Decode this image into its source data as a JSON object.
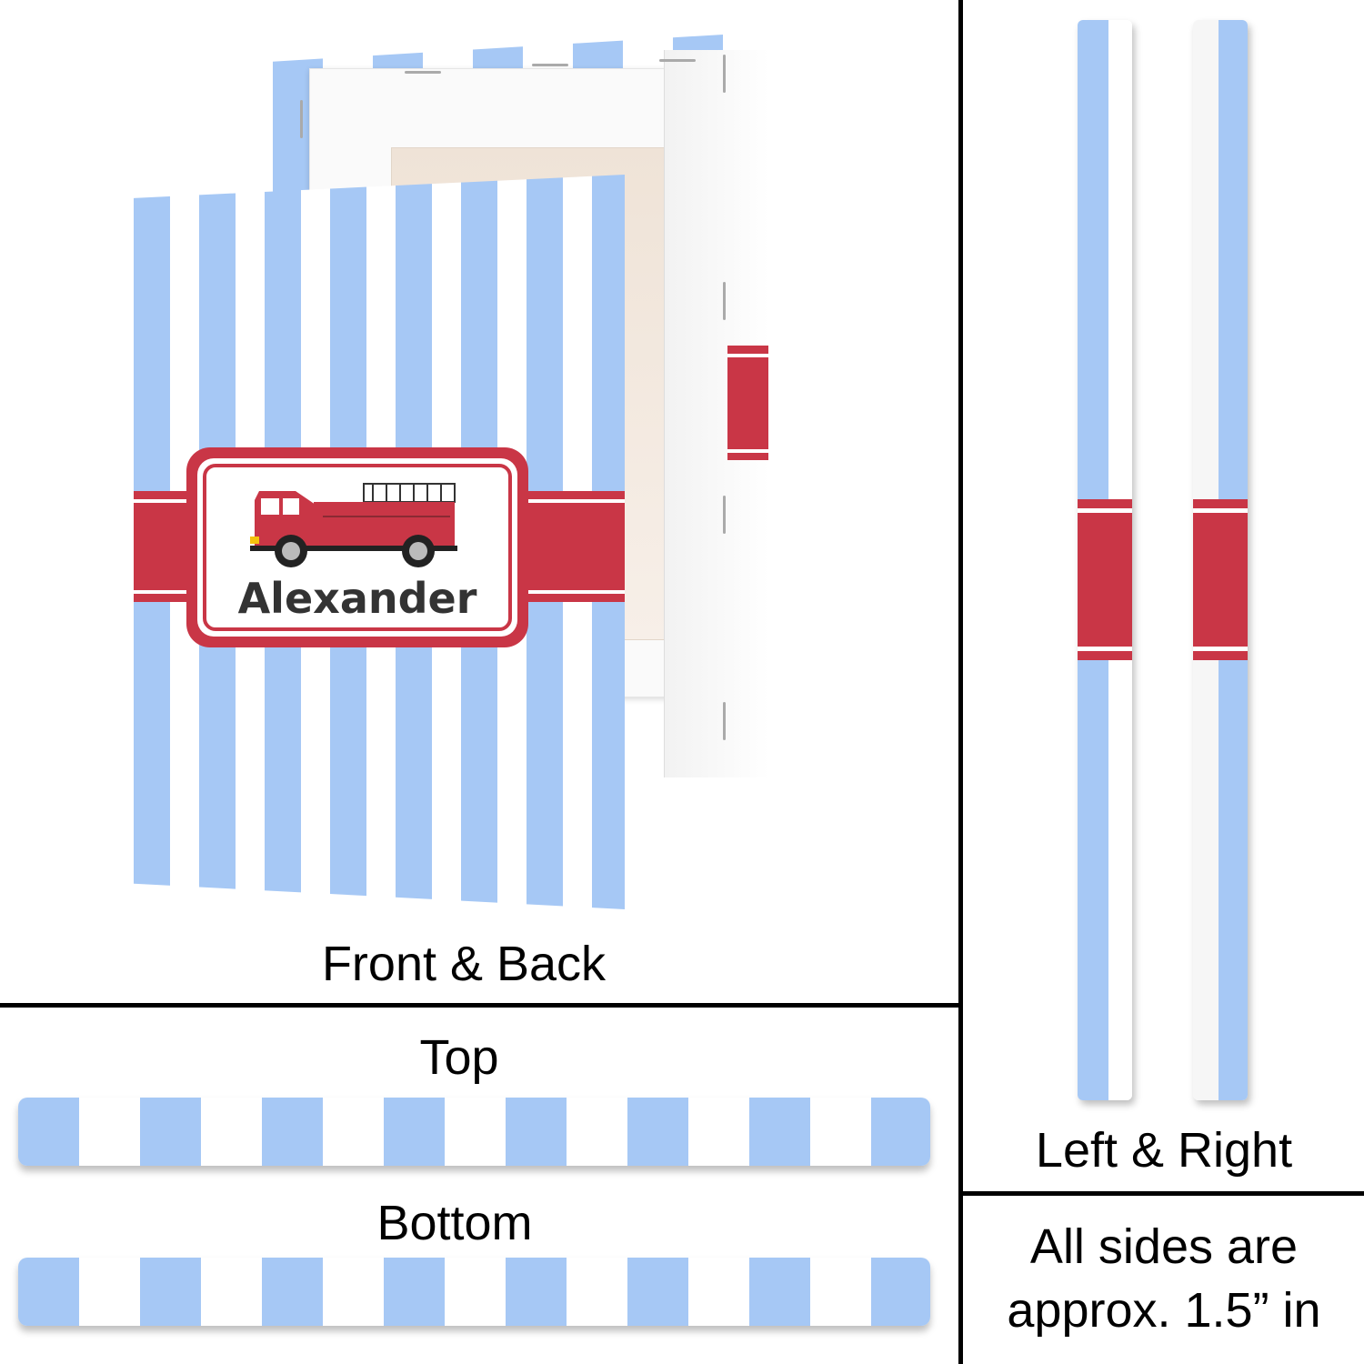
{
  "colors": {
    "stripe_blue": "#a6c8f5",
    "stripe_white": "#ffffff",
    "band_red": "#c93646",
    "divider": "#000000"
  },
  "product": {
    "personalized_name": "Alexander",
    "motif": "fire-truck-icon"
  },
  "labels": {
    "front_back": "Front & Back",
    "top": "Top",
    "bottom": "Bottom",
    "left_right": "Left & Right"
  },
  "note": {
    "line1": "All sides are",
    "line2": "approx. 1.5” in"
  }
}
